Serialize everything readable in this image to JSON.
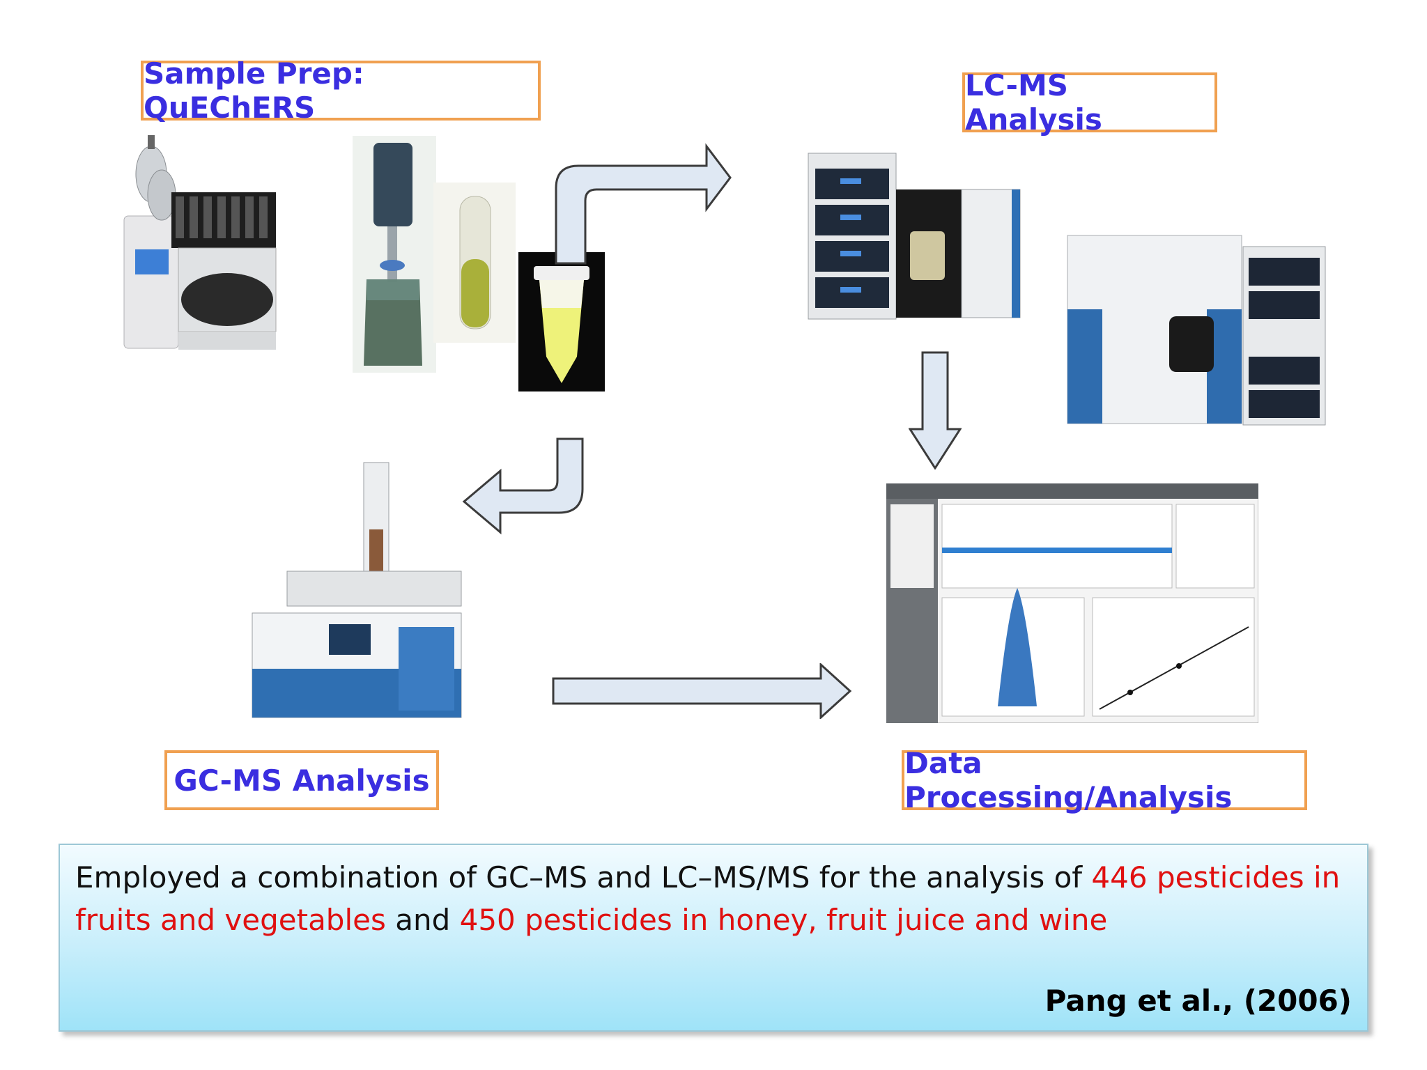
{
  "labels": {
    "sample_prep": "Sample Prep: QuEChERS",
    "lcms": "LC-MS Analysis",
    "gcms": "GC-MS Analysis",
    "data_processing": "Data Processing/Analysis"
  },
  "caption": {
    "part1": "Employed a combination of GC–MS and LC–MS/MS for the analysis of ",
    "highlight1": "446 pesticides in fruits and vegetables",
    "part2": " and ",
    "highlight2": "450 pesticides in honey, fruit juice and wine",
    "citation": "Pang et al., (2006)"
  },
  "colors": {
    "label_text": "#3a2ee0",
    "label_border": "#f0a050",
    "highlight": "#e01010",
    "arrow_fill": "#dfe8f3",
    "arrow_stroke": "#3b3b3b"
  },
  "icons": [
    "extraction-instrument-icon",
    "homogenizer-icon",
    "test-tube-icon",
    "centrifuge-tube-icon",
    "lcms-instrument-icon",
    "gcms-instrument-icon",
    "software-screen-icon"
  ]
}
